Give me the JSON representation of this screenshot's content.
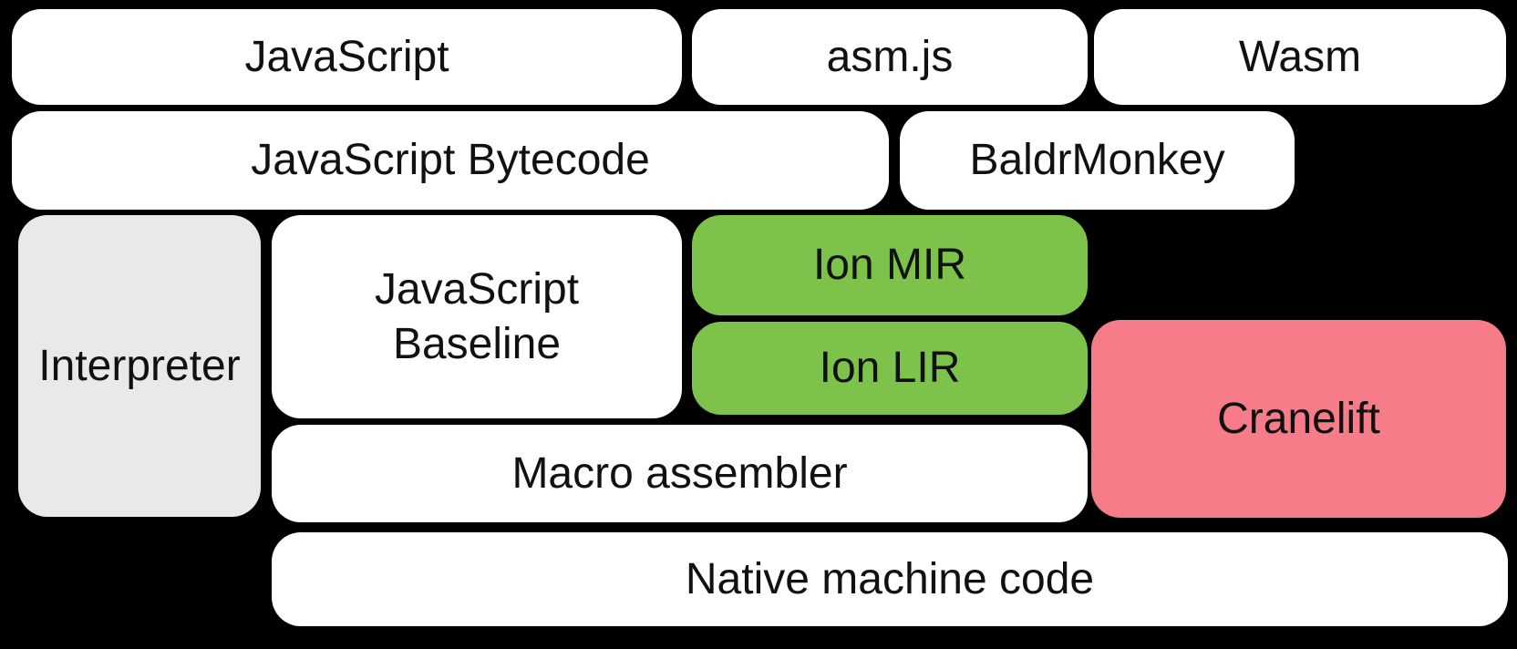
{
  "colors": {
    "background": "#000000",
    "box-white": "#ffffff",
    "box-gray": "#e9e9e9",
    "box-green": "#7dc24b",
    "box-pink": "#f57c88",
    "text": "#111111"
  },
  "boxes": {
    "javascript": "JavaScript",
    "asmjs": "asm.js",
    "wasm": "Wasm",
    "bytecode": "JavaScript Bytecode",
    "baldrmonkey": "BaldrMonkey",
    "interpreter": "Interpreter",
    "baseline": [
      "JavaScript",
      "Baseline"
    ],
    "ion_mir": "Ion MIR",
    "ion_lir": "Ion LIR",
    "cranelift": "Cranelift",
    "macro_assembler": "Macro assembler",
    "native": "Native machine code"
  }
}
